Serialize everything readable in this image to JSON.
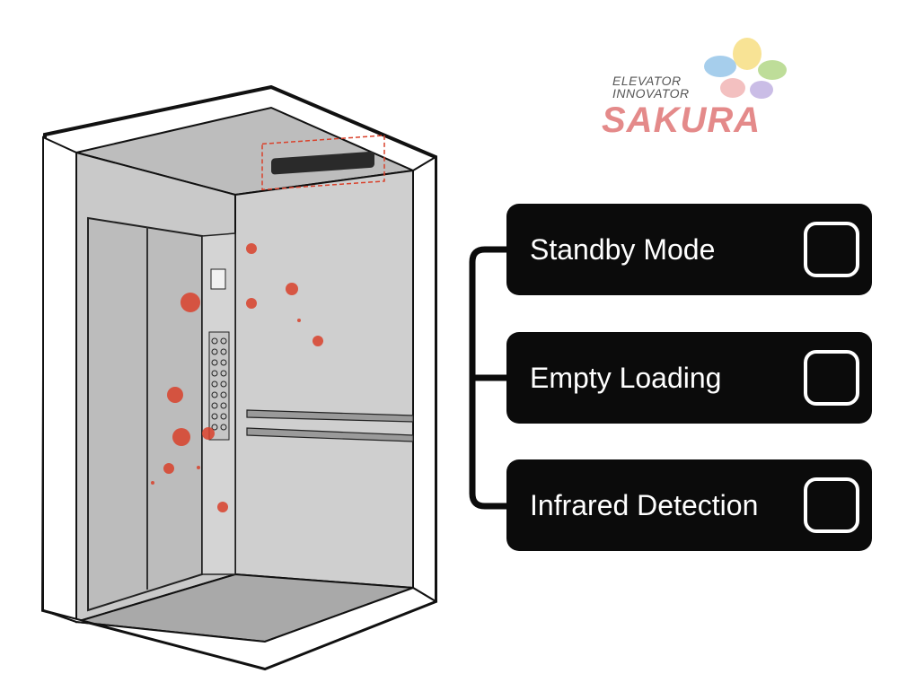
{
  "logo": {
    "line1": "ELEVATOR",
    "line2": "INNOVATOR",
    "brand": "SAKURA",
    "brand_color": "#e48a8a"
  },
  "illustration": {
    "subject": "elevator-cabin-icon",
    "sterilizer": "uv-sterilizer-icon",
    "germ_icon": "virus-icon",
    "germ_color": "#d9412b"
  },
  "modes": [
    {
      "label": "Standby Mode"
    },
    {
      "label": "Empty Loading"
    },
    {
      "label": "Infrared Detection"
    }
  ],
  "colors": {
    "card_bg": "#0b0b0b",
    "card_text": "#ffffff",
    "connector": "#0b0b0b"
  }
}
